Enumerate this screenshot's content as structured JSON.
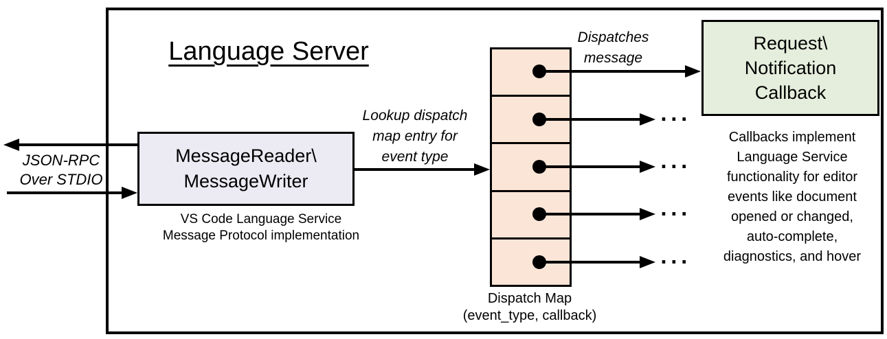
{
  "diagram": {
    "title": "Language Server",
    "io_label": "JSON-RPC\nOver STDIO",
    "reader_box": "MessageReader\\\nMessageWriter",
    "reader_caption": "VS Code Language Service\nMessage Protocol implementation",
    "lookup_label": "Lookup dispatch\nmap entry for\nevent type",
    "dispatch_label": "Dispatches\nmessage",
    "callback_box": "Request\\\nNotification\nCallback",
    "map_caption": "Dispatch Map\n(event_type, callback)",
    "note": "Callbacks implement\nLanguage Service\nfunctionality for editor\nevents like document\nopened or changed,\nauto-complete,\ndiagnostics, and hover",
    "ellipsis": "...",
    "dispatch_map": {
      "cell_count": 5
    },
    "colors": {
      "cell_fill": "#fbe5d6",
      "callback_fill": "#e5eedc",
      "reader_fill": "#eceaf2",
      "line": "#000000",
      "background": "#ffffff"
    }
  }
}
